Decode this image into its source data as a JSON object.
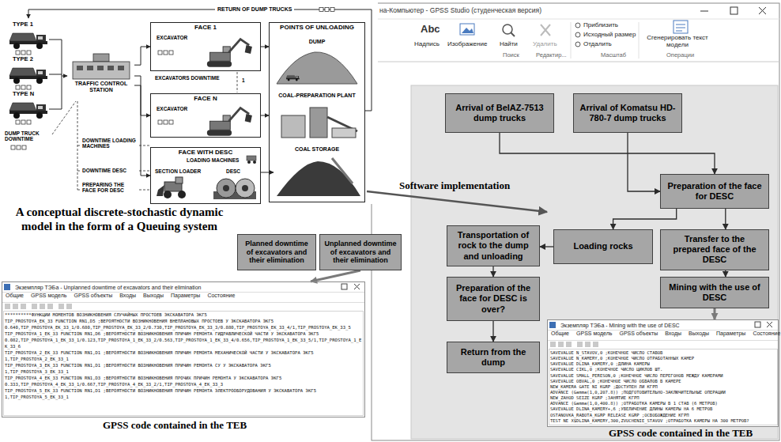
{
  "diagram": {
    "caption": "A conceptual discrete-stochastic dynamic model in the form of a Queuing system",
    "nodes": [
      {
        "text": [
          "TRAFFIC CONTROL STATION"
        ]
      },
      {
        "text": [
          "FACE 1"
        ]
      },
      {
        "text": [
          "FACE N"
        ]
      },
      {
        "text": [
          "FACE WITH DESC"
        ]
      },
      {
        "text": [
          "POINTS OF UNLOADING"
        ]
      },
      {
        "text": [
          "DUMP"
        ],
        "in": 4
      },
      {
        "text": [
          "COAL-PREPARATION PLANT"
        ],
        "in": 4
      },
      {
        "text": [
          "COAL STORAGE"
        ],
        "in": 4
      },
      {
        "text": [
          "Arrival of BelAZ-7513 dump trucks"
        ]
      },
      {
        "text": [
          "Arrival of Komatsu HD-780-7 dump trucks"
        ]
      },
      {
        "text": [
          "Preparation of the face for DESC"
        ]
      },
      {
        "text": [
          "Loading rocks"
        ]
      },
      {
        "text": [
          "Transfer to the prepared face of the DESC"
        ]
      },
      {
        "text": [
          "Transportation of rock to the dump and unloading"
        ]
      },
      {
        "text": [
          "Mining with the use of DESC"
        ]
      },
      {
        "text": [
          "Preparation of the face for DESC is over?"
        ]
      },
      {
        "text": [
          "Return from the dump"
        ]
      },
      {
        "text": [
          "Planned downtime of excavators and their elimination"
        ]
      },
      {
        "text": [
          "Unplanned downtime of excavators and their elimination"
        ]
      },
      {
        "text": [
          "Экземпляр ТЭБа - Unplanned downtime of excavators and their elimination"
        ]
      },
      {
        "text": [
          "Экземпляр ТЭБа - Mining with the use of DESC"
        ]
      }
    ],
    "edges": [
      {
        "from": 0,
        "to": 1,
        "arrow": "to"
      },
      {
        "from": 0,
        "to": 2,
        "arrow": "to"
      },
      {
        "from": 0,
        "to": 3,
        "arrow": "to"
      },
      {
        "from": 1,
        "to": 4,
        "arrow": "to"
      },
      {
        "from": 2,
        "to": 4,
        "arrow": "to"
      },
      {
        "from": 3,
        "to": 7,
        "arrow": "to"
      },
      {
        "from": 8,
        "to": 10,
        "arrow": "to"
      },
      {
        "from": 9,
        "to": 10,
        "arrow": "to"
      },
      {
        "from": 10,
        "to": 11,
        "arrow": "to"
      },
      {
        "from": 10,
        "to": 12,
        "arrow": "to"
      },
      {
        "from": 11,
        "to": 13,
        "arrow": "to"
      },
      {
        "from": 13,
        "to": 15,
        "arrow": "to"
      },
      {
        "from": 15,
        "to": 16,
        "arrow": "to"
      },
      {
        "from": 12,
        "to": 14,
        "arrow": "to"
      },
      {
        "from": 18,
        "to": 19,
        "arrow": "to"
      },
      {
        "from": 14,
        "to": 20,
        "arrow": "to"
      }
    ],
    "labels": [
      "RETURN OF DUMP TRUCKS",
      "TYPE 1",
      "TYPE 2",
      "TYPE N",
      "EXCAVATOR",
      "EXCAVATORS DOWNTIME",
      "1",
      "EXCAVATOR",
      "DUMP TRUCK DOWNTIME",
      "DOWNTIME LOADING MACHINES",
      "LOADING MACHINES",
      "SECTION LOADER",
      "DESC",
      "DOWNTIME DESC",
      "PREPARING THE FACE FOR DESC",
      "Software implementation",
      "на-Компьютер - GPSS Studio (студенческая версия)",
      "Abc",
      "Надпись",
      "Изображение",
      "Найти",
      "Удалить",
      "Приблизить",
      "Исходный размер",
      "Отдалить",
      "Сгенерировать текст модели",
      "Поиск",
      "Редактир...",
      "Масштаб",
      "Операции",
      "Общие",
      "GPSS модель",
      "GPSS объекты",
      "Входы",
      "Выходы",
      "Параметры",
      "Состояние",
      "**********ФУНКЦИИ МОМЕНТОВ ВОЗНИКНОВЕНИЯ СЛУЧАЙНЫХ ПРОСТОЕВ ЭКСКАВАТОРА ЭКГ5",
      "TIP_PROSTOYA_EK_33 FUNCTION RN1,D5 ;ВЕРОЯТНОСТИ ВОЗНИКНОВЕНИЯ ВНЕПЛАНОВЫХ ПРОСТОЕВ У ЭКСКАВАТОРА ЭКГ5",
      "0.640,TIP_PROSTOYA_EK_33_1/0.680,TIP_PROSTOYA_EK_33_2/0.730,TIP_PROSTOYA_EK_33_3/0.880,TIP_PROSTOYA_EK_33_4/1,TIP_PROSTOYA_EK_33_5",
      "TIP_PROSTOYA_1_EK_33 FUNCTION RN1,D6 ;ВЕРОЯТНОСТИ ВОЗНИКНОВЕНИЯ ПРИЧИН РЕМОНТА ГИДРАВЛИЧЕСКОЙ ЧАСТИ У ЭКСКАВАТОРА ЭКГ5",
      "0.082,TIP_PROSTOYA_1_EK_33_1/0.123,TIP_PROSTOYA_1_EK_33_2/0.563,TIP_PROSTOYA_1_EK_33_4/0.656,TIP_PROSTOYA_1_EK_33_5/1,TIP_PROSTOYA_1_EK_33_6",
      "TIP_PROSTOYA_2_EK_33 FUNCTION RN1,D1 ;ВЕРОЯТНОСТИ ВОЗНИКНОВЕНИЯ ПРИЧИН РЕМОНТА МЕХАНИЧЕСКОЙ ЧАСТИ У ЭКСКАВАТОРА ЭКГ5",
      "1,TIP_PROSTOYA_2_EK_33_1",
      "TIP_PROSTOYA_3_EK_33 FUNCTION RN1,D1 ;ВЕРОЯТНОСТИ ВОЗНИКНОВЕНИЯ ПРИЧИН РЕМОНТА СУ У ЭКСКАВАТОРА ЭКГ5",
      "1,TIP_PROSTOYA_3_EK_33_1",
      "TIP_PROSTOYA_4_EK_33 FUNCTION RN1,D3 ;ВЕРОЯТНОСТИ ВОЗНИКНОВЕНИЯ ПРОЧИХ ПРИЧИН РЕМОНТА У ЭКСКАВАТОРА ЭКГ5",
      "0.333,TIP_PROSTOYA_4_EK_33_1/0.667,TIP_PROSTOYA_4_EK_33_2/1,TIP_PROSTOYA_4_EK_33_3",
      "TIP_PROSTOYA_5_EK_33 FUNCTION RN1,D1 ;ВЕРОЯТНОСТИ ВОЗНИКНОВЕНИЯ ПРИЧИН РЕМОНТА ЭЛЕКТРООБОРУДОВАНИЯ У ЭКСКАВАТОРА ЭКГ5",
      "1,TIP_PROSTOYA_5_EK_33_1",
      "GPSS code contained in the TEB",
      "Общие",
      "GPSS модель",
      "GPSS объекты",
      "Входы",
      "Выходы",
      "Параметры",
      "Состояние",
      "SAVEVALUE N_STAVOV,0 ;КОНЕЧНОЕ ЧИСЛО СТАВОВ",
      "SAVEVALUE N_KAMERY,0 ;КОНЕЧНОЕ ЧИСЛО ОТРАБОТАННЫХ КАМЕР",
      "SAVEVALUE DLINA_KAMERY,0 ;ДЛИНА КАМЕРЫ",
      "SAVEVALUE CIKL,0 ;КОНЕЧНОЕ ЧИСЛО ЦИКЛОВ ШТ.",
      "SAVEVALUE SMALL_PERESON,0 ;КОНЕЧНОЕ ЧИСЛО ПЕРЕГОНОВ МЕЖДУ КАМЕРАМИ",
      "SAVEVALUE OBVAL,0 ;КОНЕЧНОЕ ЧИСЛО ОБВАЛОВ В КАМЕРЕ",
      "NEW_KAMERA GATE NI KGRP ;ДОСТУПЕН ЛИ КГРП",
      "ADVANCE (Gamma(1,0,207.8)) ;ПОДГОТОВИТЕЛЬНО-ЗАКЛЮЧИТЕЛЬНЫЕ ОПЕРАЦИИ",
      "NEW_ZAHOD SEIZE KGRP ;ЗАНЯТИЕ КГРП",
      "ADVANCE (Gamma(1,0,400.8)) ;ОТРАБОТКА КАМЕРЫ В 1 СТАВ (6 МЕТРОВ)",
      "SAVEVALUE DLINA_KAMERY+,6 ;УВЕЛИЧЕНИЕ ДЛИНЫ КАМЕРЫ НА 6 МЕТРОВ",
      "OSTANOVKA_RABOTA_KGRP RELEASE KGRP ;ОСВОБОЖДЕНИЕ КГРП",
      "TEST NE X$DLINA_KAMERY,300,ZVUCHENIE_STAVOV ;ОТРАБОТКА КАМЕРЫ НА 300 МЕТРОВ?",
      "GPSS code contained in the TEB"
    ]
  }
}
